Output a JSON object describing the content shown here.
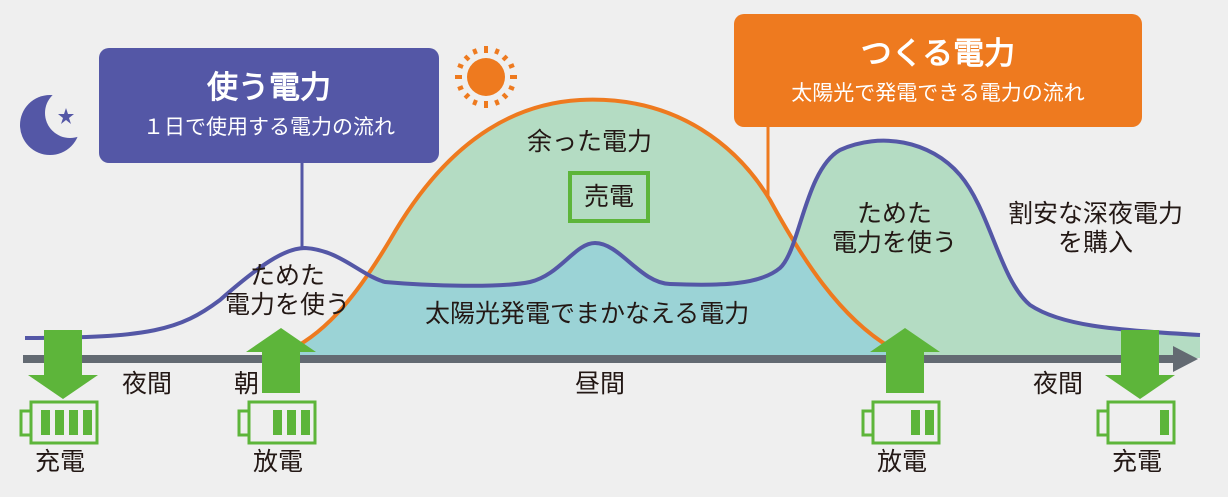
{
  "colors": {
    "consume": "#5457a6",
    "produce": "#ee7a1f",
    "arrow": "#5db53a",
    "surplus_fill": "#b4dcc3",
    "solar_fill": "#9bd3d6",
    "axis": "#636a72",
    "background": "#efefef"
  },
  "consume_box": {
    "title": "使う電力",
    "subtitle": "１日で使用する電力の流れ"
  },
  "produce_box": {
    "title": "つくる電力",
    "subtitle": "太陽光で発電できる電力の流れ"
  },
  "areas": {
    "surplus": "余った電力",
    "sell": "売電",
    "solar_cover": "太陽光発電でまかなえる電力",
    "stored_morning": "ためた\n電力を使う",
    "stored_evening": "ためた\n電力を使う",
    "cheap_night": "割安な深夜電力\nを購入"
  },
  "time_labels": {
    "night1": "夜間",
    "morning": "朝",
    "day": "昼間",
    "night2": "夜間"
  },
  "battery_events": [
    {
      "label": "充電",
      "direction": "down",
      "level": 4
    },
    {
      "label": "放電",
      "direction": "up",
      "level": 3
    },
    {
      "label": "放電",
      "direction": "up",
      "level": 2
    },
    {
      "label": "充電",
      "direction": "down",
      "level": 1
    }
  ],
  "icons": {
    "moon": "moon-star-icon",
    "sun": "sun-icon"
  }
}
